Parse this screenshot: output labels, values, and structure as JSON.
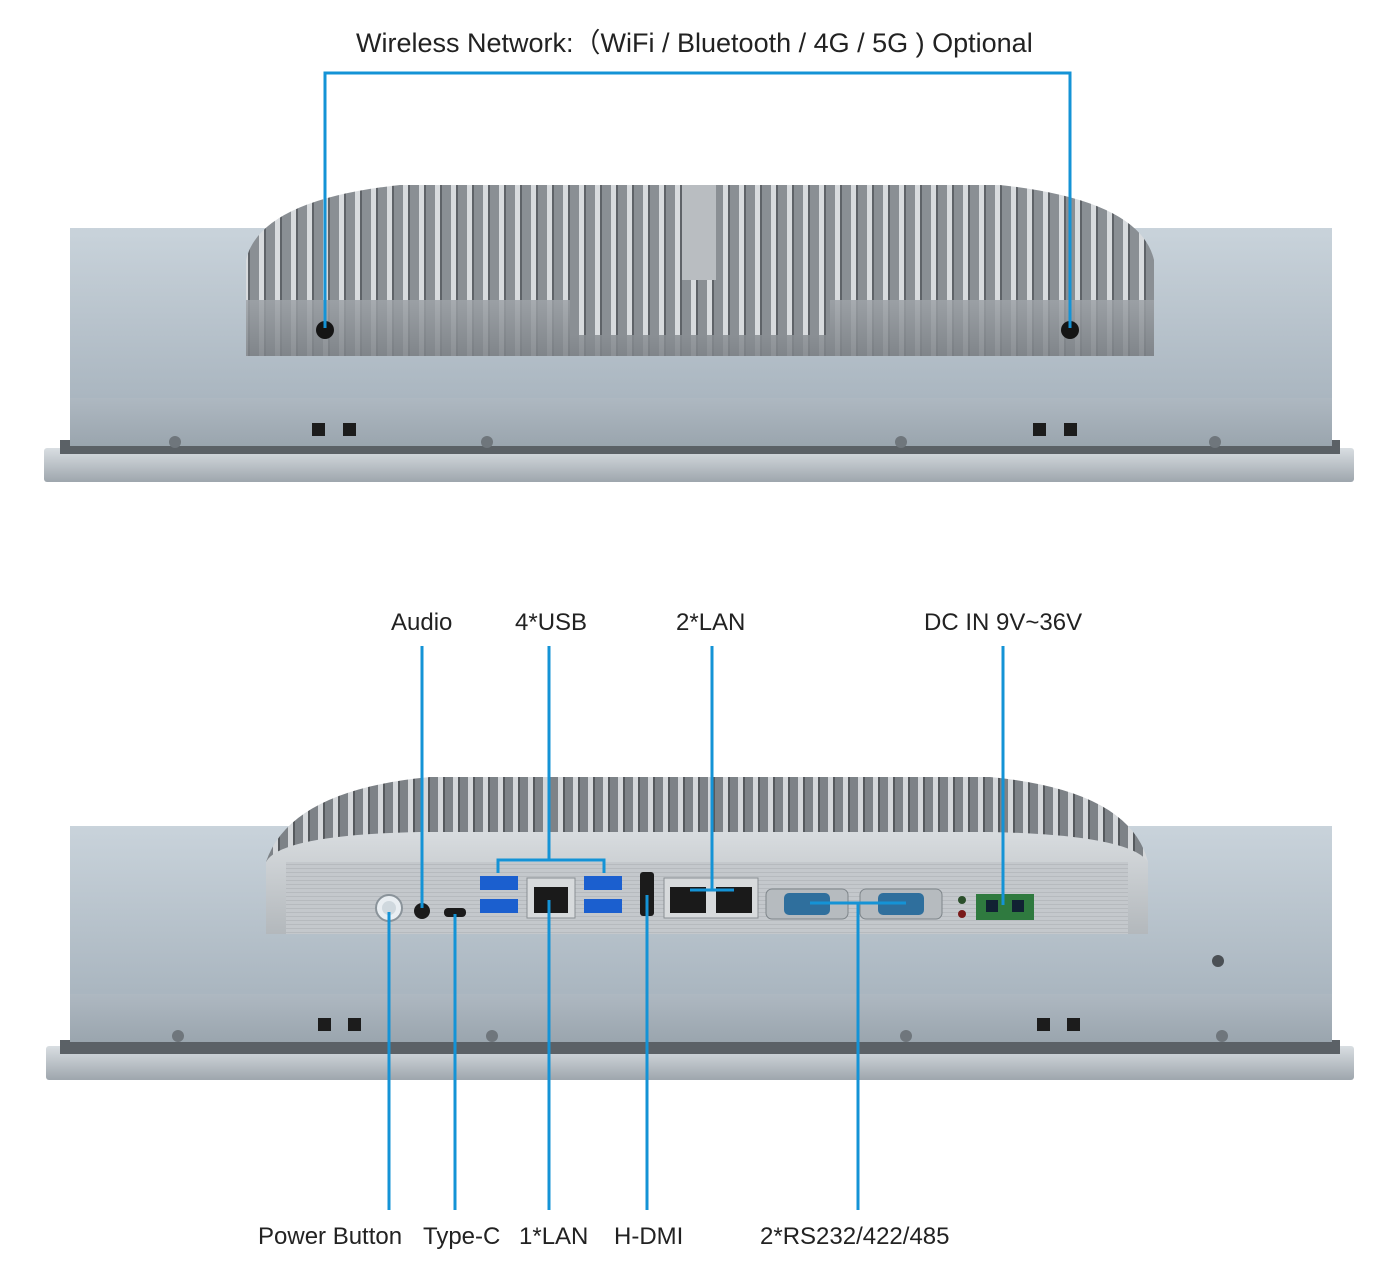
{
  "top_view": {
    "wireless_label": "Wireless Network:（WiFi / Bluetooth / 4G / 5G ) Optional"
  },
  "bottom_view": {
    "top_labels": {
      "audio": "Audio",
      "usb": "4*USB",
      "lan2": "2*LAN",
      "dc_in": "DC IN 9V~36V"
    },
    "bottom_labels": {
      "power_button": "Power Button",
      "type_c": "Type-C",
      "lan1": "1*LAN",
      "hdmi": "H-DMI",
      "serial": "2*RS232/422/485"
    }
  },
  "colors": {
    "callout": "#1493d6",
    "chassis": "#b8c3cc",
    "heatsink": "#8e9399"
  }
}
